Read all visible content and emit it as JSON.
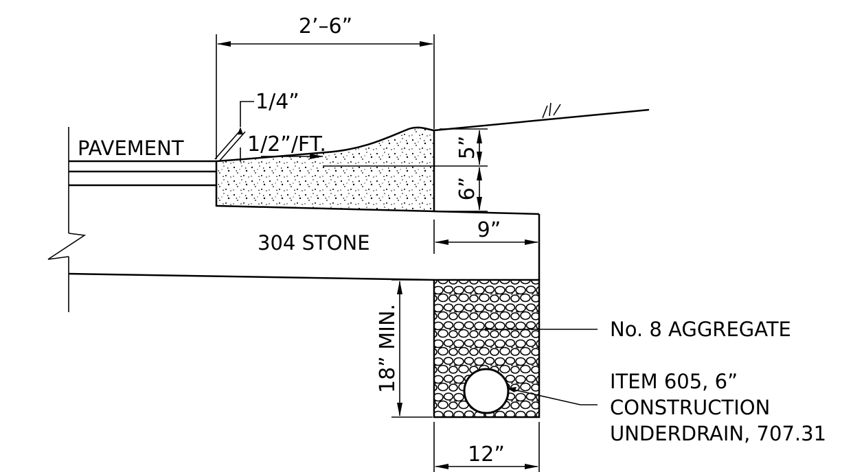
{
  "drawing": {
    "labels": {
      "pavement": "PAVEMENT",
      "stone": "304 STONE",
      "aggregate": "No. 8 AGGREGATE",
      "underdrain_line1": "ITEM 605, 6”",
      "underdrain_line2": "CONSTRUCTION",
      "underdrain_line3": "UNDERDRAIN, 707.31"
    },
    "dimensions": {
      "top_width": "2’–6”",
      "lip_drop": "1/4”",
      "cross_slope": "1/2”/FT.",
      "upper_depth": "5”",
      "lower_depth": "6”",
      "stone_extension": "9”",
      "trench_depth": "18” MIN.",
      "trench_width": "12”"
    }
  }
}
